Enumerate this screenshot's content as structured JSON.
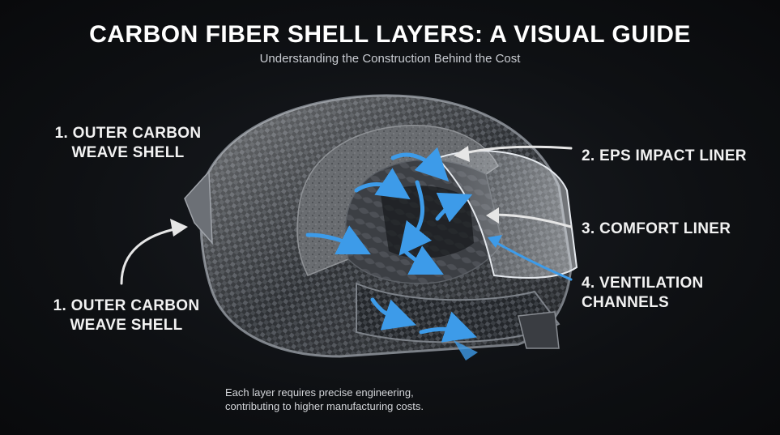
{
  "title": "CARBON FIBER SHELL LAYERS: A VISUAL GUIDE",
  "subtitle": "Understanding the Construction Behind the Cost",
  "labels": {
    "outer_shell_top": {
      "line1": "1. OUTER CARBON",
      "line2": "WEAVE SHELL"
    },
    "outer_shell_bottom": {
      "line1": "1. OUTER CARBON",
      "line2": "WEAVE SHELL"
    },
    "eps_liner": {
      "line1": "2. EPS IMPACT LINER"
    },
    "comfort_liner": {
      "line1": "3. COMFORT LINER"
    },
    "ventilation": {
      "line1": "4. VENTILATION",
      "line2": "CHANNELS"
    }
  },
  "footnote": {
    "line1": "Each layer requires precise engineering,",
    "line2": "contributing to higher manufacturing costs."
  },
  "colors": {
    "background": "#0d0f12",
    "airflow_arrows": "#3d9be9",
    "pointer_arrows": "#e6e6e6",
    "carbon_dark": "#2a2d31",
    "carbon_light": "#5a5e64",
    "eps_foam": "#6b6e72"
  },
  "icons": [
    "helmet-illustration",
    "airflow-arrow",
    "pointer-arrow"
  ]
}
